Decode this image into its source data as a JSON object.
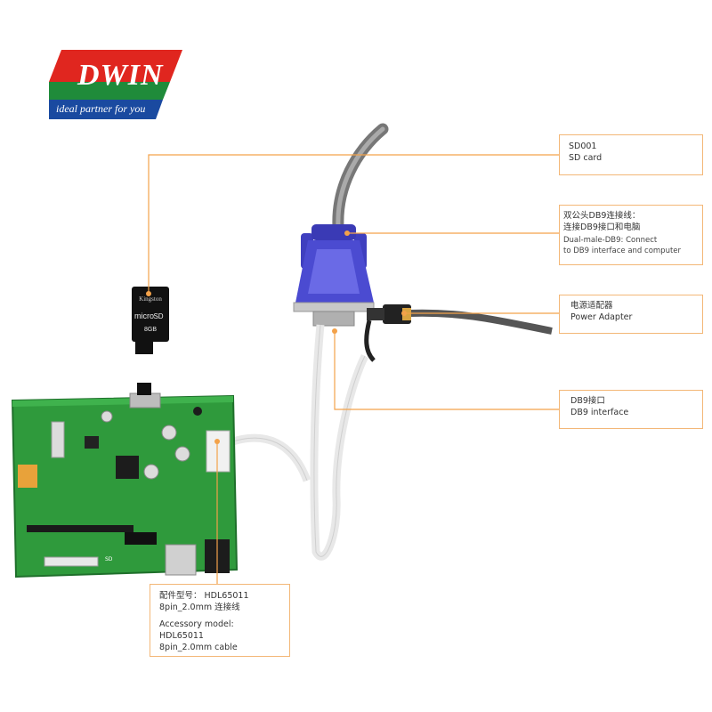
{
  "logo": {
    "brand": "DWIN",
    "registered": "®",
    "tagline": "ideal partner for you",
    "colors": {
      "red": "#e0261f",
      "green": "#1f8b3a",
      "blue": "#1a4aa0"
    }
  },
  "accent_color": "#f3a24a",
  "callouts": {
    "sd_card": {
      "line1": "SD001",
      "line2": "SD card"
    },
    "db9_cable": {
      "cn1": "双公头DB9连接线：",
      "cn2": "连接DB9接口和电脑",
      "en1": "Dual-male-DB9: Connect",
      "en2": "to DB9 interface and computer"
    },
    "power": {
      "cn": "电源适配器",
      "en": "Power Adapter"
    },
    "db9_interface": {
      "cn": "DB9接口",
      "en": "DB9 interface"
    },
    "accessory": {
      "cn1": "配件型号：  HDL65011",
      "cn2": "8pin_2.0mm 连接线",
      "en1": "Accessory model: HDL65011",
      "en2": "8pin_2.0mm cable"
    }
  },
  "sd_card_label": {
    "brand": "Kingston",
    "type": "micro",
    "sd": "SD",
    "capacity": "8GB"
  },
  "board_label": "SD"
}
